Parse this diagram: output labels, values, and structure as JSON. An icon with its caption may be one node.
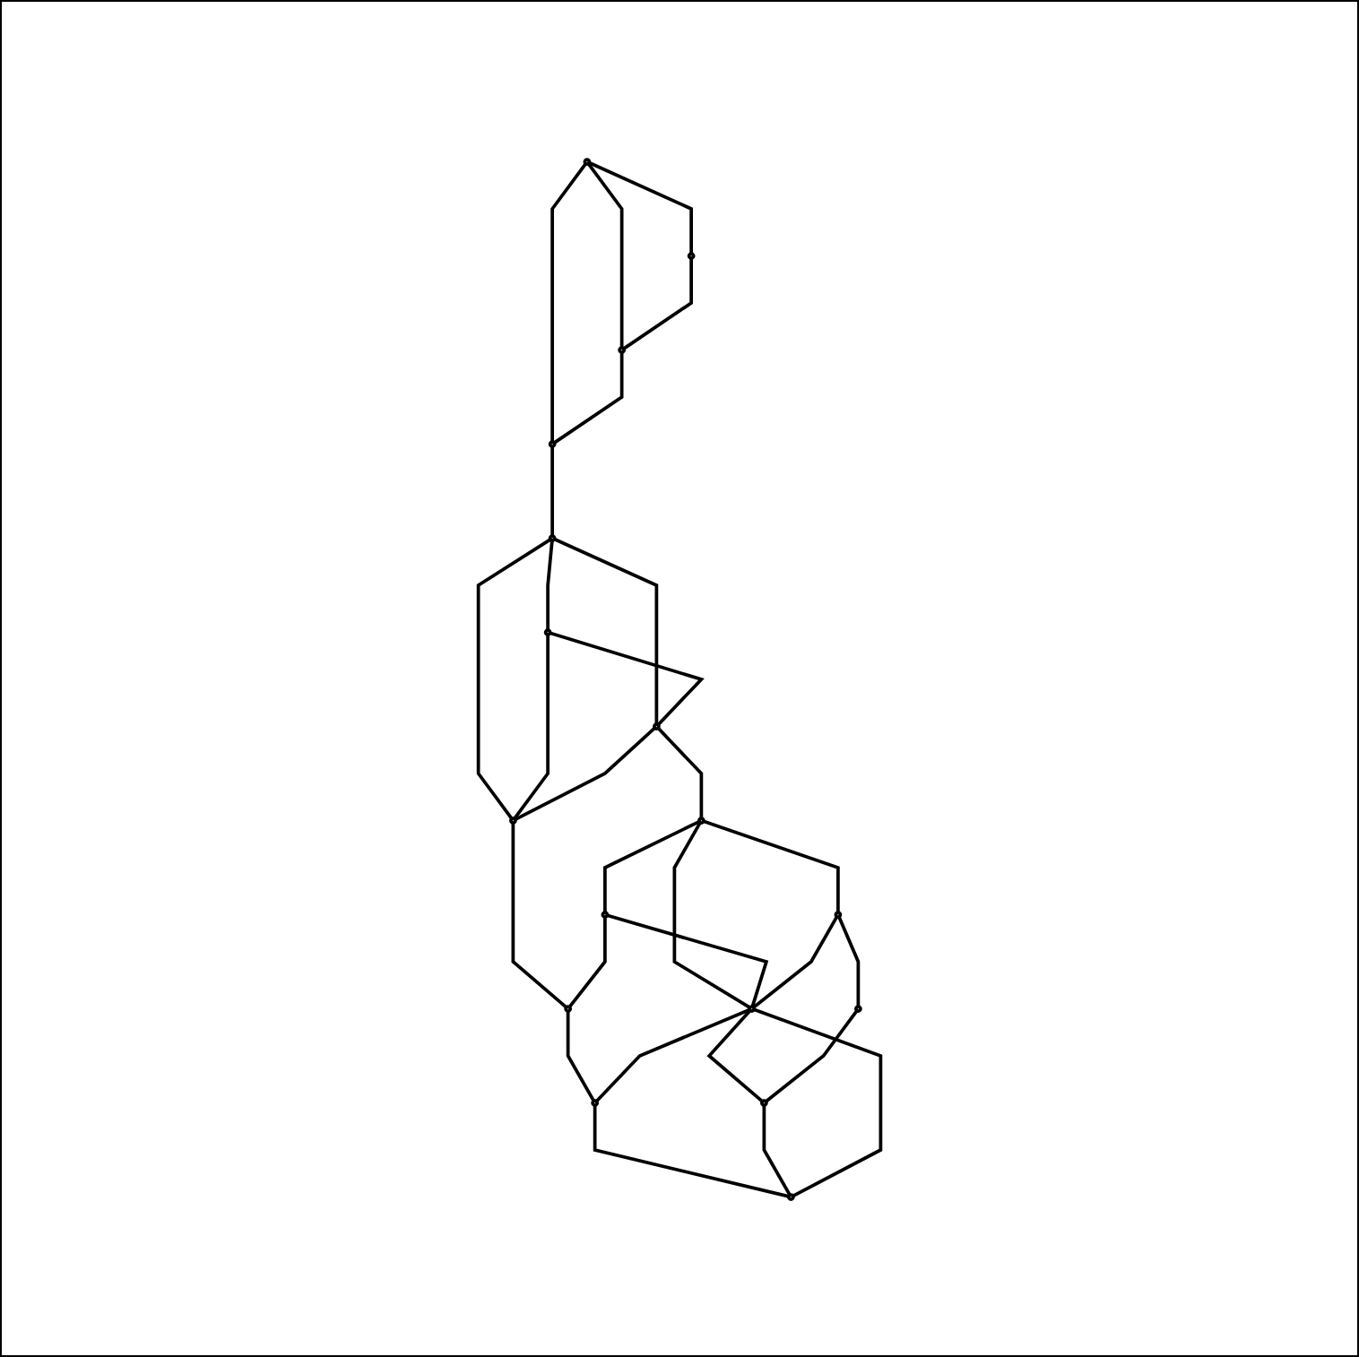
{
  "diagram": {
    "nodes": [
      {
        "text": [],
        "shape": "circle"
      },
      {
        "text": [],
        "shape": "circle"
      },
      {
        "text": [],
        "shape": "circle"
      },
      {
        "text": [],
        "shape": "circle"
      },
      {
        "text": [],
        "shape": "circle"
      },
      {
        "text": [],
        "shape": "circle"
      },
      {
        "text": [],
        "shape": "circle"
      },
      {
        "text": [],
        "shape": "circle"
      },
      {
        "text": [],
        "shape": "circle"
      },
      {
        "text": [],
        "shape": "circle"
      },
      {
        "text": [],
        "shape": "circle"
      },
      {
        "text": [],
        "shape": "circle"
      },
      {
        "text": [],
        "shape": "circle"
      },
      {
        "text": [],
        "shape": "circle"
      },
      {
        "text": [],
        "shape": "circle"
      },
      {
        "text": [],
        "shape": "circle"
      },
      {
        "text": [],
        "shape": "circle"
      }
    ],
    "edges": [
      {
        "from": 0,
        "to": 1,
        "arrow": "none"
      },
      {
        "from": 0,
        "to": 2,
        "arrow": "none"
      },
      {
        "from": 0,
        "to": 3,
        "arrow": "none"
      },
      {
        "from": 1,
        "to": 2,
        "arrow": "none"
      },
      {
        "from": 2,
        "to": 3,
        "arrow": "none"
      },
      {
        "from": 3,
        "to": 4,
        "arrow": "none"
      },
      {
        "from": 4,
        "to": 5,
        "arrow": "none"
      },
      {
        "from": 4,
        "to": 6,
        "arrow": "none"
      },
      {
        "from": 4,
        "to": 7,
        "arrow": "none"
      },
      {
        "from": 5,
        "to": 6,
        "arrow": "none"
      },
      {
        "from": 5,
        "to": 7,
        "arrow": "none"
      },
      {
        "from": 6,
        "to": 7,
        "arrow": "none"
      },
      {
        "from": 6,
        "to": 8,
        "arrow": "none"
      },
      {
        "from": 7,
        "to": 10,
        "arrow": "none"
      },
      {
        "from": 8,
        "to": 9,
        "arrow": "none"
      },
      {
        "from": 9,
        "to": 10,
        "arrow": "none"
      },
      {
        "from": 8,
        "to": 11,
        "arrow": "none"
      },
      {
        "from": 8,
        "to": 12,
        "arrow": "none"
      },
      {
        "from": 9,
        "to": 12,
        "arrow": "none"
      },
      {
        "from": 10,
        "to": 13,
        "arrow": "none"
      },
      {
        "from": 11,
        "to": 12,
        "arrow": "none"
      },
      {
        "from": 12,
        "to": 13,
        "arrow": "none"
      },
      {
        "from": 11,
        "to": 14,
        "arrow": "none"
      },
      {
        "from": 12,
        "to": 15,
        "arrow": "none"
      },
      {
        "from": 13,
        "to": 16,
        "arrow": "none"
      },
      {
        "from": 14,
        "to": 15,
        "arrow": "none"
      },
      {
        "from": 15,
        "to": 16,
        "arrow": "none"
      },
      {
        "from": 12,
        "to": 16,
        "arrow": "none"
      }
    ]
  }
}
